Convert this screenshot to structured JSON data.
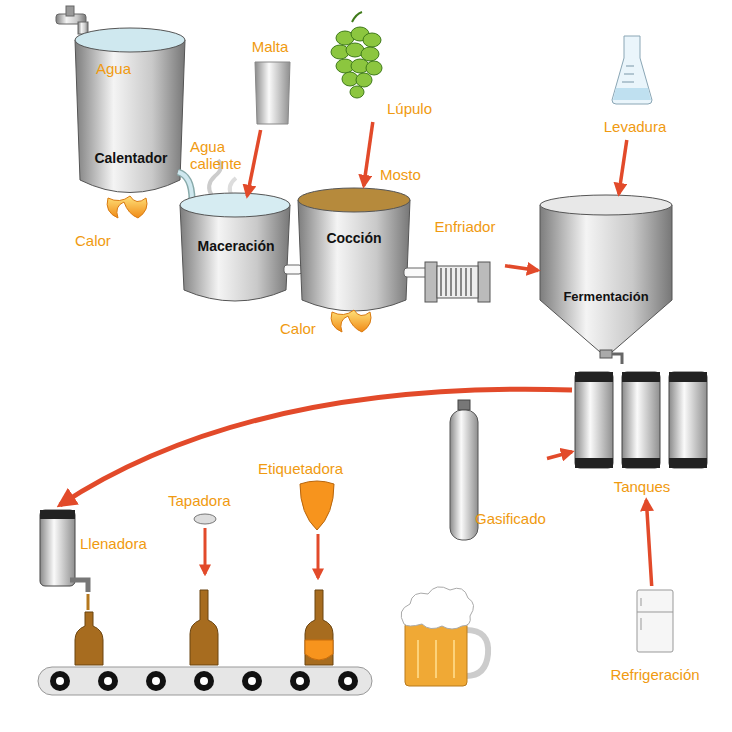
{
  "diagram": {
    "nodes": [
      {
        "text": [
          "Calentador"
        ]
      },
      {
        "text": [
          "Malta"
        ]
      },
      {
        "text": [
          "Lúpulo"
        ]
      },
      {
        "text": [
          "Levadura"
        ]
      },
      {
        "text": [
          "Maceración"
        ]
      },
      {
        "text": [
          "Cocción"
        ]
      },
      {
        "text": [
          "Enfriador"
        ]
      },
      {
        "text": [
          "Fermentación"
        ]
      },
      {
        "text": [
          "Tanques"
        ]
      },
      {
        "text": [
          "Gasificado"
        ]
      },
      {
        "text": [
          "Llenadora"
        ]
      },
      {
        "text": [
          "Refrigeración"
        ]
      }
    ],
    "edges": [
      {
        "from": 1,
        "to": 4,
        "arrow": "to"
      },
      {
        "from": 2,
        "to": 5,
        "arrow": "to"
      },
      {
        "from": 3,
        "to": 7,
        "arrow": "to"
      },
      {
        "from": 6,
        "to": 7,
        "arrow": "to"
      },
      {
        "from": 9,
        "to": 8,
        "arrow": "to"
      },
      {
        "from": 11,
        "to": 8,
        "arrow": "to"
      },
      {
        "from": 8,
        "to": 10,
        "arrow": "to"
      }
    ],
    "labels": [
      "Agua",
      "Agua caliente",
      "Calor",
      "Mosto",
      "Calor",
      "Tapadora",
      "Etiquetadora"
    ]
  }
}
